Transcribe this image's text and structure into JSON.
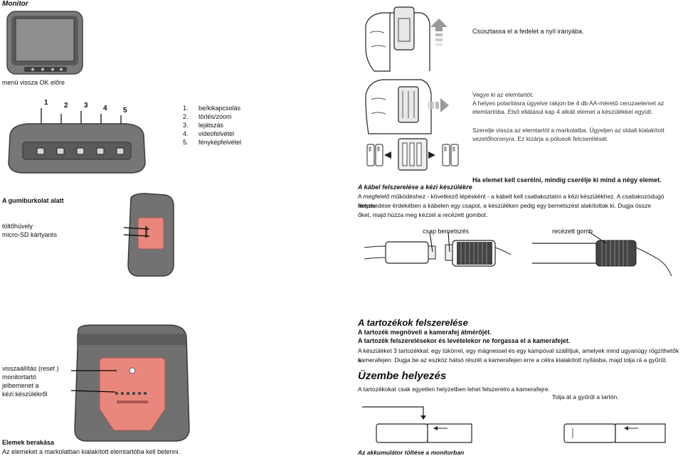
{
  "monitor": {
    "title": "Monitor",
    "button_caption": "menü vissza OK előre",
    "callout_numbers": [
      "1",
      "2",
      "3",
      "4",
      "5"
    ],
    "legend": [
      {
        "num": "1.",
        "label": "be/kikapcsolás"
      },
      {
        "num": "2.",
        "label": "törlés/zoom"
      },
      {
        "num": "3.",
        "label": "lejátszás"
      },
      {
        "num": "4.",
        "label": "videofelvétel"
      },
      {
        "num": "5.",
        "label": "fényképfelvétel"
      }
    ]
  },
  "rubber_cover": {
    "title": "A gumiburkolat alatt",
    "line1": "töltőhüvely",
    "line2": "micro-SD kártyarés"
  },
  "back_panel": {
    "line1": "visszaállítás (reset )",
    "line2": "monitortartó",
    "line3": "jelbemenet a",
    "line4": "kézi készülékről"
  },
  "batteries": {
    "title": "Elemek berakása",
    "text": "Az elemeket a markolatban kialakított elemtartóba kell betenni."
  },
  "battery_steps": {
    "step1": "Csúsztassa el a fedelet a nyíl irányába.",
    "step2_l1": "Vegye ki az elemtartót.",
    "step2_l2": "A helyes polaritásra ügyelve rakjon be 4 db AA-méretű ceruzaelemet az",
    "step2_l3": "elemtartóba. Első ellátásul kap 4 alkáli elemet a készülékkel együtt.",
    "step3_l1": "Szerelje vissza az elemtartót a markolatba. Ügyeljen az oldalt kialakított",
    "step3_l2": "vezetőhoronyra. Ez kizárja a pólusok felcserélését.",
    "warning": "Ha elemet kell cserélni, mindig cserélje ki mind a négy elemet."
  },
  "cable": {
    "title": "A kábel felszerelése a kézi készülékre",
    "p_l1": "A megfelelő működéshez - következő lépésként - a kábelt kell csatlakoztatni a kézi készülékhez. A csatlakozódugó helyes",
    "p_l2": "illeszkedése érdekében a kábelen egy csapot, a készüléken pedig egy bemetszést alakítottak ki. Dugja össze",
    "p_l3": "őket, majd húzza meg kézzel a recézett gombot.",
    "label_pin": "csap bemetszés",
    "label_knob": "recézett gomb"
  },
  "accessories": {
    "title": "A tartozékok felszerelése",
    "bold1": "A tartozék megnöveli a kamerafej átmérőjét.",
    "bold2": "A tartozék felszerelésekor és levételekor ne forgassa el a kamerafejet.",
    "p_l1": "A készüléket 3 tartozékkal: egy tükörrel, egy mágnessel és egy kampóval szállítjuk, amelyek mind ugyanúgy rögzíthetők a",
    "p_l2": "kamerafejen. Dugja be az eszköz hátsó részét a kamerafejen erre a célra kialakított nyílásba, majd tolja rá a gyűrűt."
  },
  "operation": {
    "title": "Üzembe helyezés",
    "text": "A tartozékokat csak egyetlen helyzetben lehet felszerelni a kamerafejre.",
    "ring_note": "Tolja át a gyűrűt a tartón."
  },
  "charging": {
    "title": "Az akkumulátor töltése a monitorban"
  },
  "colors": {
    "device_gray": "#6f6f6f",
    "device_dark": "#4a4a4a",
    "cover_pink": "#e9877c",
    "screen": "#9a9a9a"
  },
  "battery_labels": [
    "AA",
    "AA",
    "AA",
    "AA"
  ]
}
